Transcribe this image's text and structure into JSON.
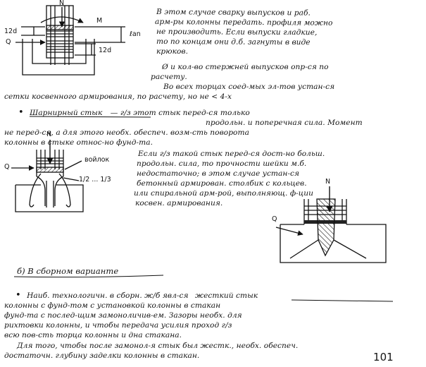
{
  "page_number": "101",
  "figure1": {
    "labels": {
      "N": "N",
      "Q": "Q",
      "M": "M",
      "d12_left": "12d",
      "d12_bottom": "12d",
      "lan": "ℓan"
    }
  },
  "figure2": {
    "labels": {
      "N": "N",
      "Q": "Q",
      "voilok": "войлок",
      "fraction": "1/2 ... 1/3"
    }
  },
  "figure3": {
    "labels": {
      "N": "N",
      "Q": "Q"
    }
  },
  "text": {
    "p1_l1": "В этом случае сварку выпусков и раб.",
    "p1_l2": "арм-ры колонны передать. профиля можно",
    "p1_l3": "не производить. Если выпуски гладкие,",
    "p1_l4": "то по концам они д.б. загнуты в виде",
    "p1_l5": "крюков.",
    "p2_l1": "Ø и кол-во стержней выпусков опр-ся по",
    "p2_l2": "расчету.",
    "p3_l1": "Во всех торцах соед-мых эл-тов устан-ся",
    "p3_l2": "сетки косвенного армирования, по расчету, но не < 4-х",
    "h1_title": "Шарнирный стык",
    "h1_rest": "— г/з этот стык перед-ся только",
    "h1_l2": "продольн. и поперечная сила. Момент",
    "h1_l3": "не перед-ся, а для этого необх. обеспеч. возм-сть поворота",
    "h1_l4": "колонны в стыке относ-но фунд-та.",
    "p4_l1": "Если г/з такой стык перед-ся дост-но больш.",
    "p4_l2": "продольн. сила, то прочности шейки м.б.",
    "p4_l3": "недостаточно; в этом случае устан-ся",
    "p4_l4": "бетонный армирован. столбик с кольцев.",
    "p4_l5": "или спиральной арм-рой, выполняющ. ф-ции",
    "p4_l6": "косвен. армирования.",
    "section_b": "б) В сборном варианте",
    "p5_l1a": "Наиб. технологичн. в сборн. ж/б явл-ся",
    "p5_l1b": "жесткий стык",
    "p5_l2": "колонны с фунд-том с установкой колонны в стакан",
    "p5_l3": "фунд-та с послед-щим замоноличив-ем. Зазоры необх. для",
    "p5_l4": "рихтовки колонны, и чтобы передача усилия проход г/з",
    "p5_l5": "всю пов-сть торца колонны и дна стакана.",
    "p6_l1": "Для того, чтобы после замонол-я стык был жестк., необх. обеспеч.",
    "p6_l2": "достаточн. глубину заделки колонны в стакан."
  },
  "colors": {
    "ink": "#141414",
    "paper": "#ffffff",
    "hatch": "#222222"
  }
}
